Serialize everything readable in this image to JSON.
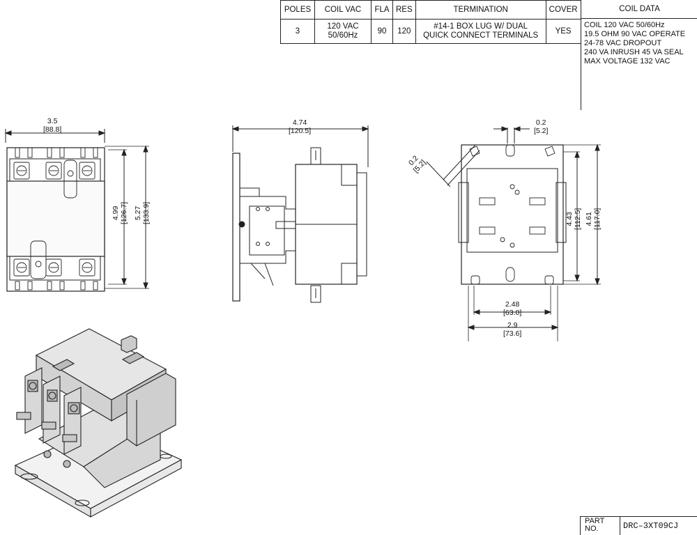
{
  "spec_table": {
    "headers": [
      "POLES",
      "COIL VAC",
      "FLA",
      "RES",
      "TERMINATION",
      "COVER"
    ],
    "row": {
      "poles": "3",
      "coil_vac": [
        "120 VAC",
        "50/60Hz"
      ],
      "fla": "90",
      "res": "120",
      "termination": [
        "#14-1 BOX LUG W/ DUAL",
        "QUICK CONNECT TERMINALS"
      ],
      "cover": "YES"
    }
  },
  "coil_data": {
    "header": "COIL DATA",
    "lines": [
      "COIL 120 VAC 50/60Hz",
      "19.5 OHM 90 VAC OPERATE",
      "24-78 VAC DROPOUT",
      "240 VA INRUSH 45 VA SEAL",
      "MAX VOLTAGE 132 VAC"
    ]
  },
  "dimensions": {
    "front_width": "3.5",
    "front_width_mm": "[88.8]",
    "front_h1": "4.99",
    "front_h1_mm": "[126.7]",
    "front_h2": "5.27",
    "front_h2_mm": "[133.9]",
    "side_depth": "4.74",
    "side_depth_mm": "[120.5]",
    "rear_slot": "0.2",
    "rear_slot_mm": "[5.2]",
    "rear_slot_angled": "0.2",
    "rear_slot_angled_mm": "[5.2]",
    "rear_h1": "4.43",
    "rear_h1_mm": "[112.5]",
    "rear_h2": "4.61",
    "rear_h2_mm": "[117.0]",
    "rear_w1": "2.48",
    "rear_w1_mm": "[63.0]",
    "rear_w2": "2.9",
    "rear_w2_mm": "[73.6]"
  },
  "title_block": {
    "part_label": "PART NO.",
    "part_number": "DRC–3XT09CJ"
  }
}
